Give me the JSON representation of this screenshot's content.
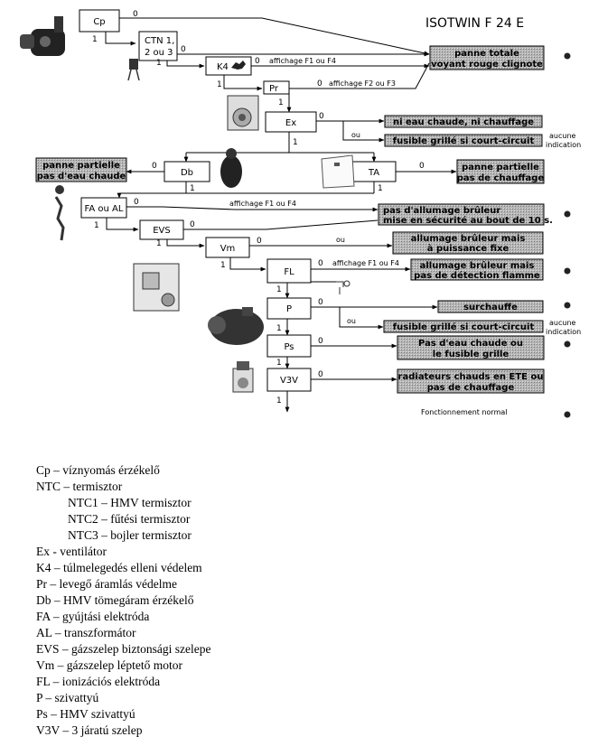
{
  "title": "ISOTWIN F 24 E",
  "flowchart": {
    "blocks": {
      "cp": "Cp",
      "ctn_line1": "CTN 1,",
      "ctn_line2": "2 ou 3",
      "k4": "K4",
      "pr": "Pr",
      "ex": "Ex",
      "db": "Db",
      "ta": "TA",
      "fa_al": "FA ou AL",
      "evs": "EVS",
      "vm": "Vm",
      "fl": "FL",
      "p": "P",
      "ps": "Ps",
      "v3v": "V3V"
    },
    "branch_values": {
      "zero": "0",
      "one": "1"
    },
    "annotations": {
      "affichage_f1_f4": "affichage F1 ou F4",
      "affichage_f2_f3": "affichage F2 ou F3",
      "ou": "ou",
      "aucune": "aucune",
      "indication": "indication",
      "fonctionnement_normal": "Fonctionnement normal"
    },
    "results": {
      "panne_totale_line1": "panne totale",
      "panne_totale_line2": "voyant rouge clignote",
      "ni_eau": "ni eau chaude, ni chauffage",
      "fusible_1": "fusible grillé si court-circuit",
      "db_result_line1": "panne partielle",
      "db_result_line2": "pas d'eau chaude",
      "ta_result_line1": "panne partielle",
      "ta_result_line2": "pas de chauffage",
      "allumage1_line1": "pas d'allumage brûleur",
      "allumage1_line2": "mise en sécurité au bout de 10 s.",
      "allumage2_line1": "allumage brûleur mais",
      "allumage2_line2": "à puissance fixe",
      "allumage3_line1": "allumage brûleur mais",
      "allumage3_line2": "pas de détection flamme",
      "surchauffe": "surchauffe",
      "fusible_2": "fusible grillé si court-circuit",
      "ps_result_line1": "Pas d'eau chaude ou",
      "ps_result_line2": "le fusible grille",
      "v3v_result_line1": "radiateurs chauds en ETE ou",
      "v3v_result_line2": "pas de chauffage"
    }
  },
  "legend": [
    {
      "text": "Cp – víznyomás érzékelő",
      "indent": false
    },
    {
      "text": "NTC – termisztor",
      "indent": false
    },
    {
      "text": "NTC1 – HMV termisztor",
      "indent": true
    },
    {
      "text": "NTC2 – fűtési termisztor",
      "indent": true
    },
    {
      "text": "NTC3 – bojler termisztor",
      "indent": true
    },
    {
      "text": "Ex - ventilátor",
      "indent": false
    },
    {
      "text": "K4 – túlmelegedés elleni védelem",
      "indent": false
    },
    {
      "text": "Pr – levegő áramlás védelme",
      "indent": false
    },
    {
      "text": "Db – HMV tömegáram érzékelő",
      "indent": false
    },
    {
      "text": "FA – gyújtási elektróda",
      "indent": false
    },
    {
      "text": "AL – transzformátor",
      "indent": false
    },
    {
      "text": "EVS – gázszelep biztonsági szelepe",
      "indent": false
    },
    {
      "text": "Vm – gázszelep léptető motor",
      "indent": false
    },
    {
      "text": "FL – ionizációs elektróda",
      "indent": false
    },
    {
      "text": "P – szivattyú",
      "indent": false
    },
    {
      "text": "Ps – HMV szivattyú",
      "indent": false
    },
    {
      "text": "V3V – 3 járatú szelep",
      "indent": false
    }
  ]
}
